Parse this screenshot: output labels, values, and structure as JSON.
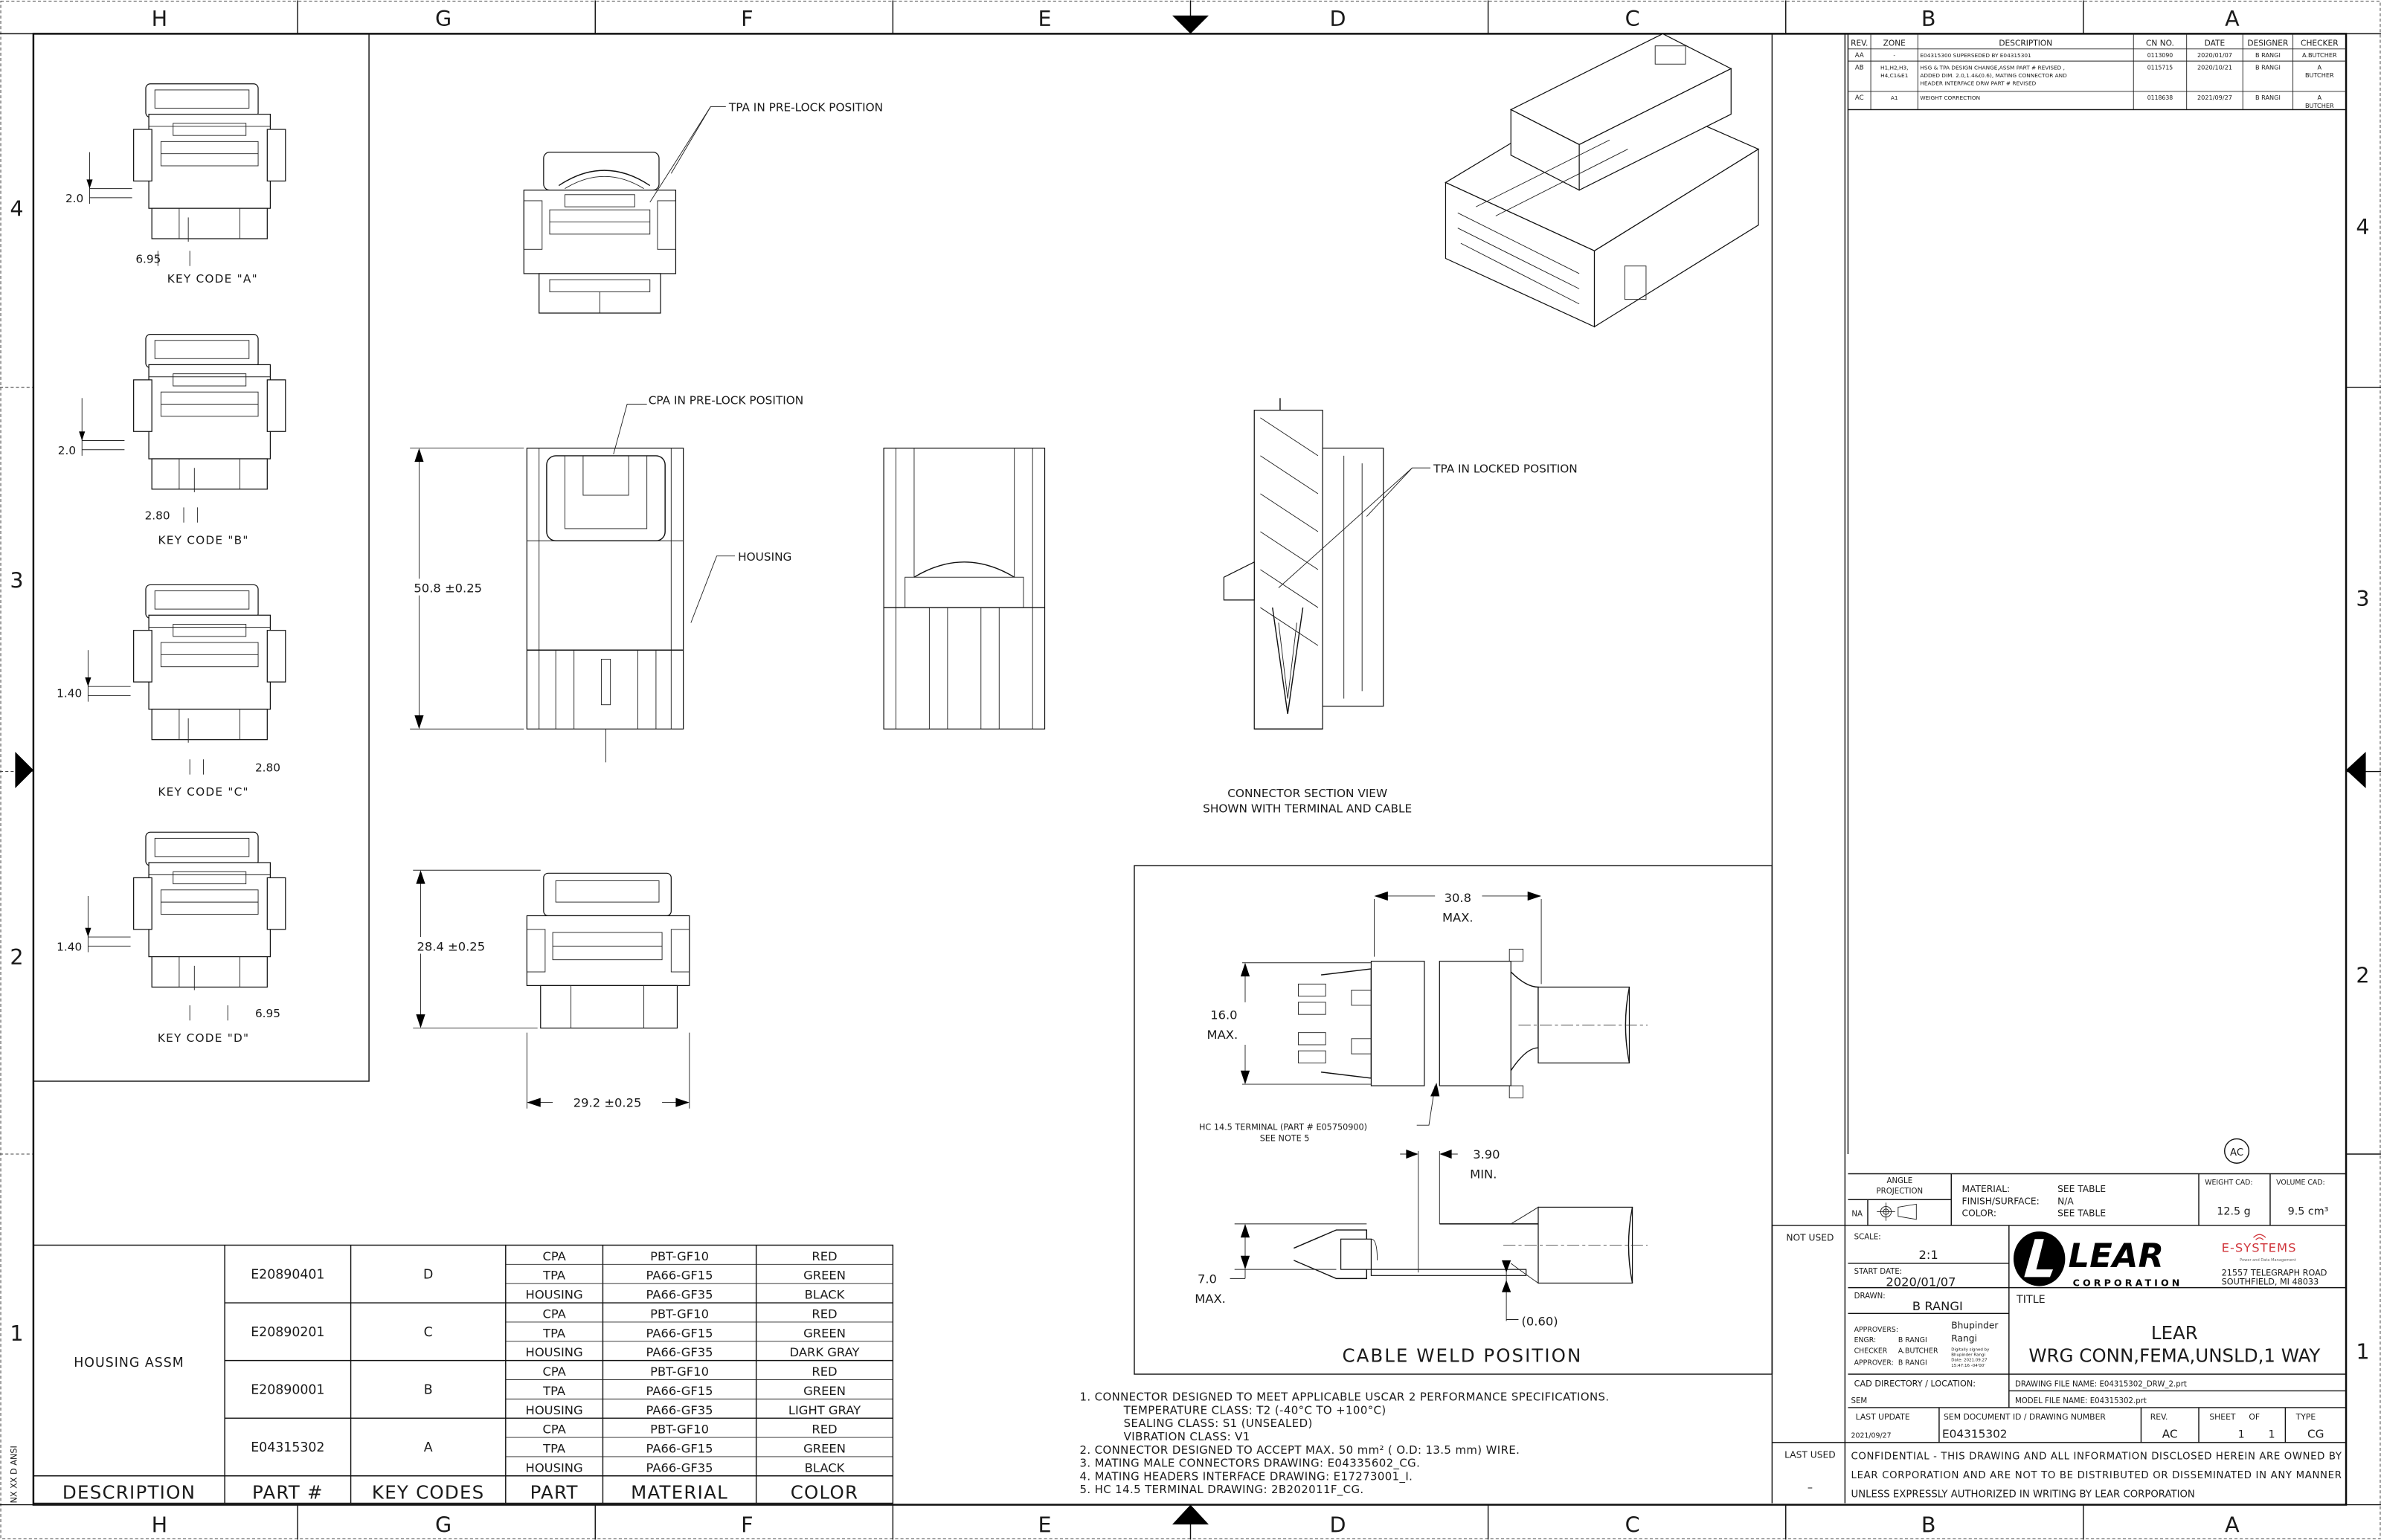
{
  "zones": {
    "columns": [
      "H",
      "G",
      "F",
      "E",
      "D",
      "C",
      "B",
      "A"
    ],
    "rows": [
      "4",
      "3",
      "2",
      "1"
    ]
  },
  "edge_label": "NX XX D ANSI",
  "revision_table": {
    "headers": [
      "REV.",
      "ZONE",
      "DESCRIPTION",
      "CN NO.",
      "DATE",
      "DESIGNER",
      "CHECKER"
    ],
    "rows": [
      {
        "rev": "AA",
        "zone": [
          "-"
        ],
        "description": [
          "E04315300 SUPERSEDED  BY E04315301"
        ],
        "cn": "0113090",
        "date": "2020/01/07",
        "designer": "B RANGI",
        "checker": [
          "A.BUTCHER"
        ]
      },
      {
        "rev": "AB",
        "zone": [
          "H1,H2,H3,",
          "H4,C1&E1"
        ],
        "description": [
          "HSG & TPA DESIGN CHANGE,ASSM  PART # REVISED ,",
          "ADDED DIM. 2.0,1.4&(0.6), MATING CONNECTOR AND",
          "HEADER INTERFACE DRW PART # REVISED"
        ],
        "cn": "0115715",
        "date": "2020/10/21",
        "designer": "B RANGI",
        "checker": [
          "A",
          "BUTCHER"
        ]
      },
      {
        "rev": "AC",
        "zone": [
          "A1"
        ],
        "description": [
          "WEIGHT CORRECTION"
        ],
        "cn": "0118638",
        "date": "2021/09/27",
        "designer": "B RANGI",
        "checker": [
          "A",
          "BUTCHER"
        ]
      }
    ]
  },
  "key_codes": [
    {
      "label": "KEY CODE \"A\"",
      "dim_a": "2.0",
      "dim_b": "6.95"
    },
    {
      "label": "KEY CODE \"B\"",
      "dim_a": "2.0",
      "dim_b": "2.80"
    },
    {
      "label": "KEY CODE \"C\"",
      "dim_a": "1.40",
      "dim_b": "2.80"
    },
    {
      "label": "KEY CODE \"D\"",
      "dim_a": "1.40",
      "dim_b": "6.95"
    }
  ],
  "callouts": {
    "tpa_prelock": "TPA IN PRE-LOCK POSITION",
    "cpa_prelock": "CPA IN PRE-LOCK POSITION",
    "housing": "HOUSING",
    "tpa_locked": "TPA IN LOCKED POSITION",
    "section_title_1": "CONNECTOR SECTION VIEW",
    "section_title_2": "SHOWN WITH TERMINAL AND CABLE"
  },
  "dimensions": {
    "front_height": "50.8 ±0.25",
    "bottom_height": "28.4 ±0.25",
    "bottom_width": "29.2 ±0.25"
  },
  "cable_weld": {
    "title": "CABLE WELD POSITION",
    "width": "30.8",
    "width_note": "MAX.",
    "height": "16.0",
    "height_note": "MAX.",
    "terminal_callout": "HC 14.5 TERMINAL (PART # E05750900)",
    "terminal_note": "SEE NOTE 5",
    "gap": "3.90",
    "gap_note": "MIN.",
    "thickness": "7.0",
    "thickness_note": "MAX.",
    "offset": "(0.60)"
  },
  "notes": [
    "1. CONNECTOR DESIGNED TO MEET APPLICABLE USCAR 2 PERFORMANCE SPECIFICATIONS.",
    "TEMPERATURE CLASS: T2 (-40°C TO +100°C)",
    "SEALING CLASS: S1 (UNSEALED)",
    "VIBRATION CLASS: V1",
    "2. CONNECTOR DESIGNED TO ACCEPT MAX. 50 mm² ( O.D: 13.5 mm) WIRE.",
    "3. MATING MALE CONNECTORS DRAWING: E04335602_CG.",
    "4. MATING HEADERS INTERFACE  DRAWING: E17273001_I.",
    "5. HC 14.5 TERMINAL DRAWING: 2B202011F_CG."
  ],
  "parts_table": {
    "headers": [
      "DESCRIPTION",
      "PART #",
      "KEY CODES",
      "PART",
      "MATERIAL",
      "COLOR"
    ],
    "description": "HOUSING  ASSM",
    "groups": [
      {
        "part_no": "E20890401",
        "key": "D",
        "rows": [
          [
            "CPA",
            "PBT-GF10",
            "RED"
          ],
          [
            "TPA",
            "PA66-GF15",
            "GREEN"
          ],
          [
            "HOUSING",
            "PA66-GF35",
            "BLACK"
          ]
        ]
      },
      {
        "part_no": "E20890201",
        "key": "C",
        "rows": [
          [
            "CPA",
            "PBT-GF10",
            "RED"
          ],
          [
            "TPA",
            "PA66-GF15",
            "GREEN"
          ],
          [
            "HOUSING",
            "PA66-GF35",
            "DARK GRAY"
          ]
        ]
      },
      {
        "part_no": "E20890001",
        "key": "B",
        "rows": [
          [
            "CPA",
            "PBT-GF10",
            "RED"
          ],
          [
            "TPA",
            "PA66-GF15",
            "GREEN"
          ],
          [
            "HOUSING",
            "PA66-GF35",
            "LIGHT GRAY"
          ]
        ]
      },
      {
        "part_no": "E04315302",
        "key": "A",
        "rows": [
          [
            "CPA",
            "PBT-GF10",
            "RED"
          ],
          [
            "TPA",
            "PA66-GF15",
            "GREEN"
          ],
          [
            "HOUSING",
            "PA66-GF35",
            "BLACK"
          ]
        ]
      }
    ]
  },
  "rev_marker": "AC",
  "title_block": {
    "angle_projection_1": "ANGLE",
    "angle_projection_2": "PROJECTION",
    "angle_projection_value": "NA",
    "material_label": "MATERIAL:",
    "material_value": "SEE TABLE",
    "finish_label": "FINISH/SURFACE:",
    "finish_value": "N/A",
    "color_label": "COLOR:",
    "color_value": "SEE TABLE",
    "weight_label": "WEIGHT CAD:",
    "weight_value": "12.5 g",
    "volume_label": "VOLUME CAD:",
    "volume_value": "9.5 cm³",
    "not_used": "NOT USED",
    "last_used": "LAST USED",
    "last_used_value": "–",
    "scale_label": "SCALE:",
    "scale_value": "2:1",
    "start_date_label": "START DATE:",
    "start_date_value": "2020/01/07",
    "drawn_label": "DRAWN:",
    "drawn_value": "B RANGI",
    "approvers_label": "APPROVERS:",
    "engr_label": "ENGR:",
    "engr_value": "B RANGI",
    "checker_label": "CHECKER",
    "checker_value": "A.BUTCHER",
    "approver_label": "APPROVER:",
    "approver_value": "B RANGI",
    "signature_name_1": "Bhupinder",
    "signature_name_2": "Rangi",
    "signature_line_1": "Digitally signed by",
    "signature_line_2": "Bhupinder Rangi",
    "signature_line_3": "Date: 2021.09.27",
    "signature_line_4": "15:47:16 -04'00'",
    "company_logo": "LEAR",
    "company_logo_sub": "CORPORATION",
    "division_logo": "E-SYSTEMS",
    "division_tagline": "Power and Data Management",
    "address_1": "21557 TELEGRAPH ROAD",
    "address_2": "SOUTHFIELD, MI 48033",
    "title_label": "TITLE",
    "title_line_1": "LEAR",
    "title_line_2": "WRG CONN,FEMA,UNSLD,1 WAY",
    "cad_dir_label": "CAD DIRECTORY / LOCATION:",
    "cad_dir_value": "SEM",
    "drawing_file": "DRAWING FILE NAME:  E04315302_DRW_2.prt",
    "model_file": "MODEL FILE NAME:   E04315302.prt",
    "last_update_label": "LAST UPDATE",
    "last_update_value": "2021/09/27",
    "doc_id_label": "SEM DOCUMENT ID / DRAWING NUMBER",
    "doc_id_value": "E04315302",
    "rev_label": "REV.",
    "rev_value": "AC",
    "sheet_label": "SHEET",
    "of_label": "OF",
    "sheet_value": "1",
    "of_value": "1",
    "type_label": "TYPE",
    "type_value": "CG",
    "confidential": [
      "CONFIDENTIAL - THIS DRAWING AND ALL INFORMATION DISCLOSED HEREIN ARE OWNED BY",
      "LEAR CORPORATION AND ARE NOT TO BE DISTRIBUTED OR DISSEMINATED IN ANY MANNER",
      "UNLESS EXPRESSLY AUTHORIZED IN WRITING BY LEAR CORPORATION"
    ]
  },
  "colors": {
    "ink": "#111111",
    "paper": "#ffffff",
    "e_systems_red": "#d0343a"
  }
}
